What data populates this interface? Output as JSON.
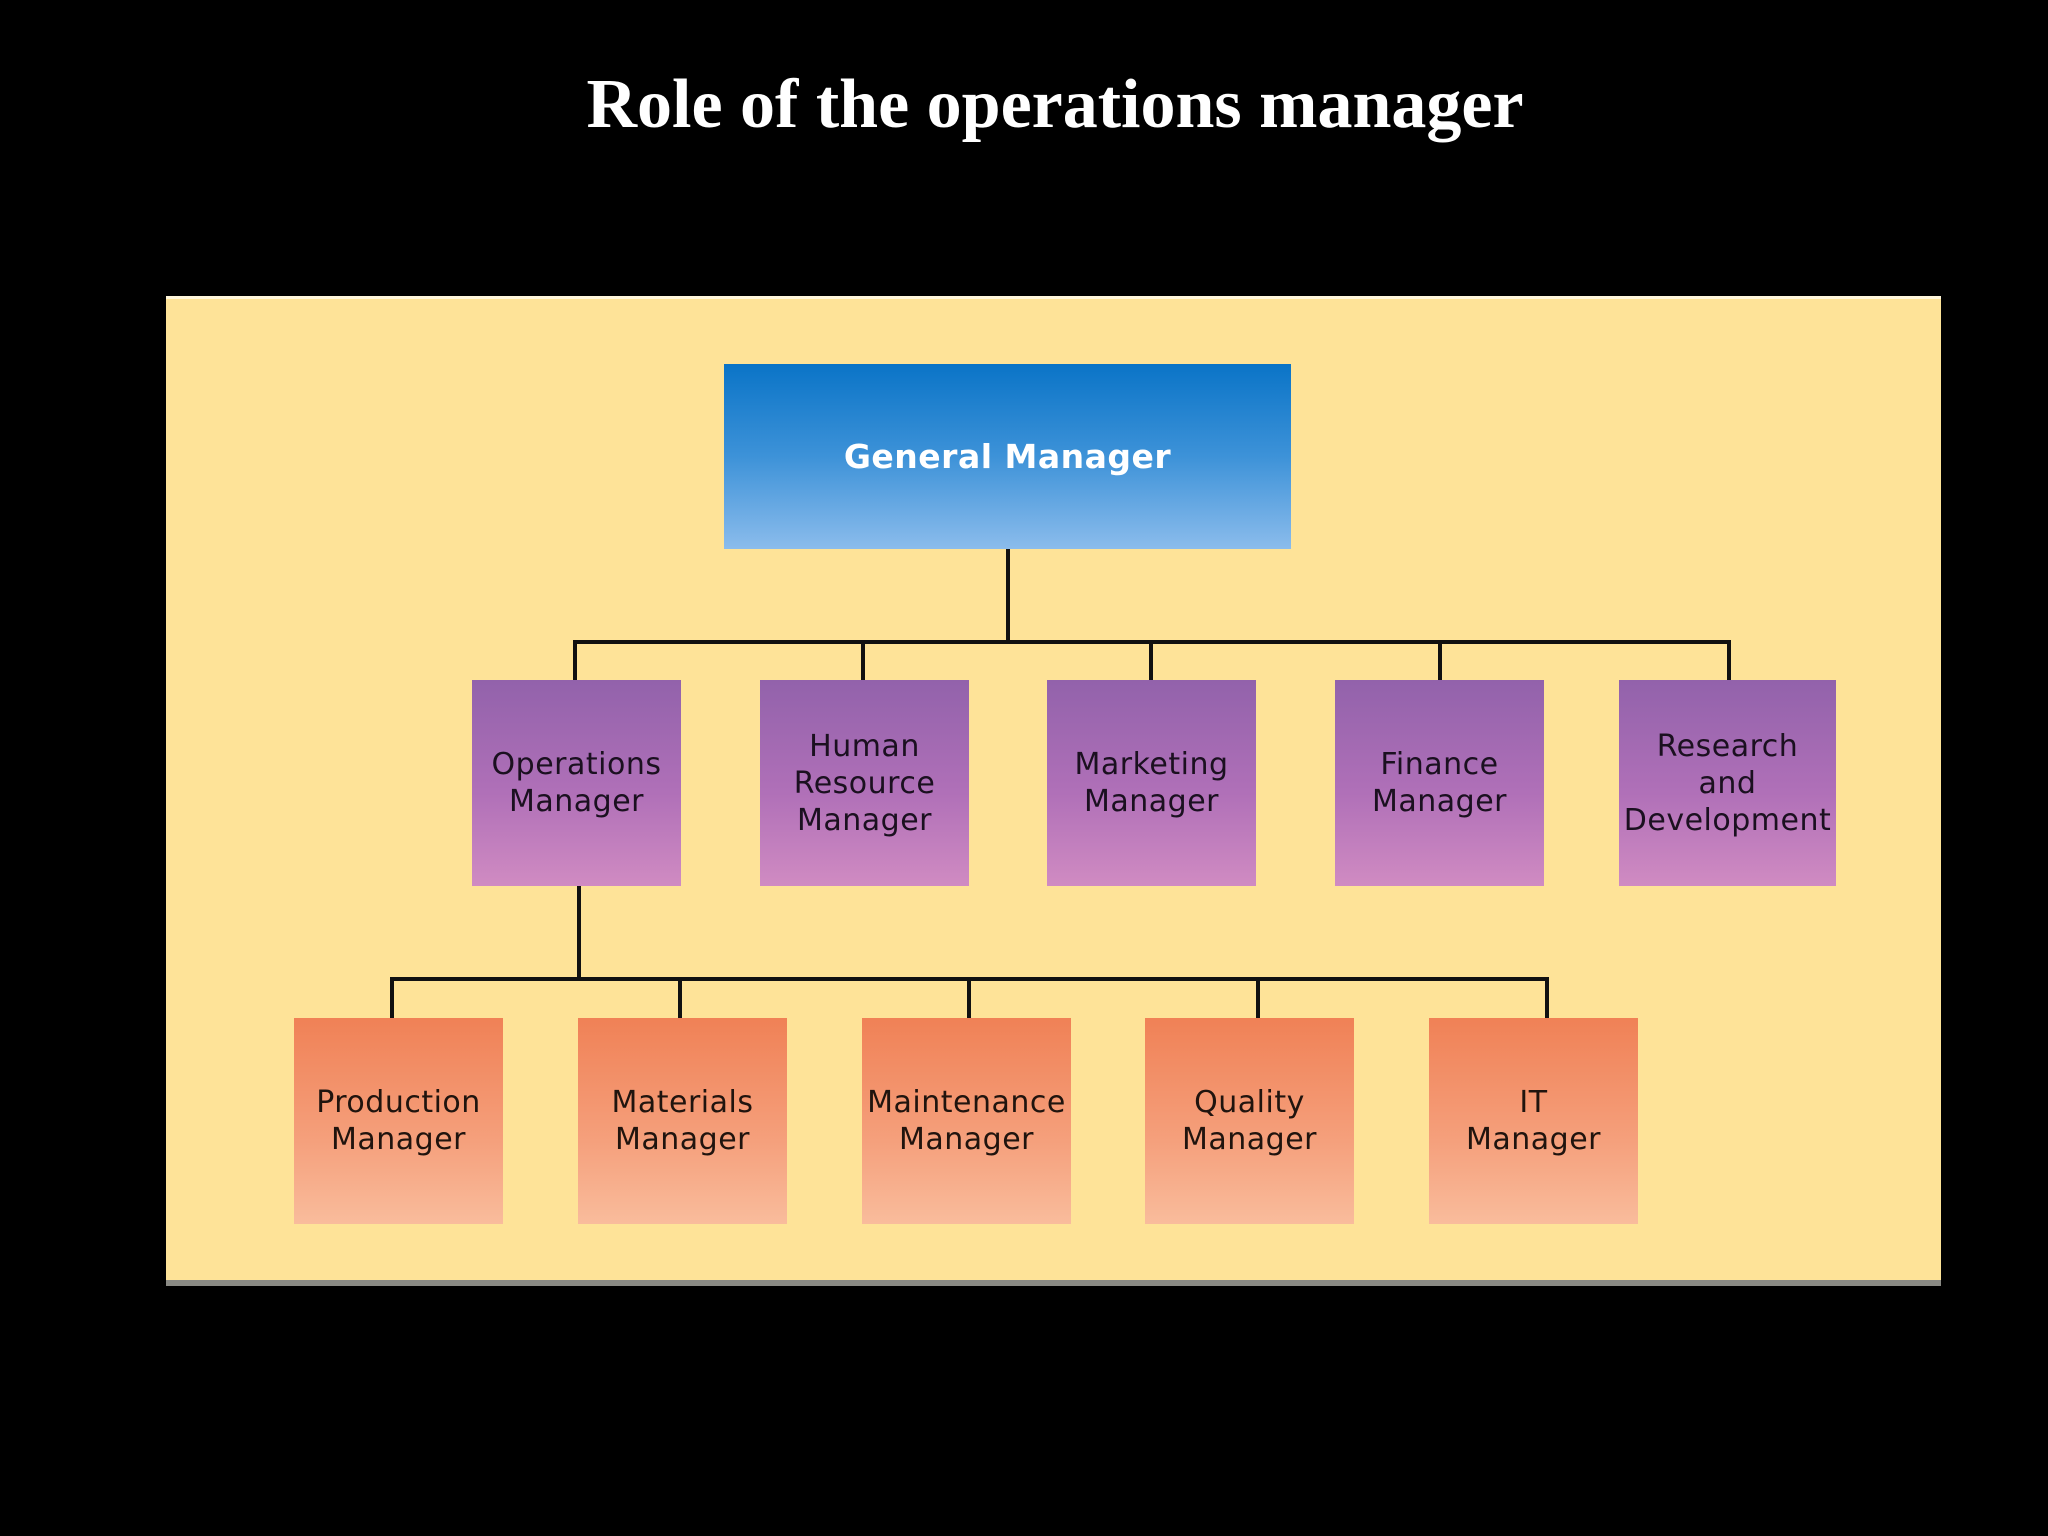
{
  "slide": {
    "title": "Role of the operations manager"
  },
  "org_chart": {
    "colors": {
      "panel_background": "#fee398",
      "top_box": "#0a74c7",
      "department_box": "#b070b8",
      "operations_unit_box": "#f08156",
      "connector_line": "#111111"
    },
    "top": {
      "label": "General Manager"
    },
    "departments": [
      {
        "label": "Operations\nManager"
      },
      {
        "label": "Human\nResource\nManager"
      },
      {
        "label": "Marketing\nManager"
      },
      {
        "label": "Finance\nManager"
      },
      {
        "label": "Research\nand\nDevelopment"
      }
    ],
    "operations_reports": [
      {
        "label": "Production\nManager"
      },
      {
        "label": "Materials\nManager"
      },
      {
        "label": "Maintenance\nManager"
      },
      {
        "label": "Quality\nManager"
      },
      {
        "label": "IT\nManager"
      }
    ]
  }
}
